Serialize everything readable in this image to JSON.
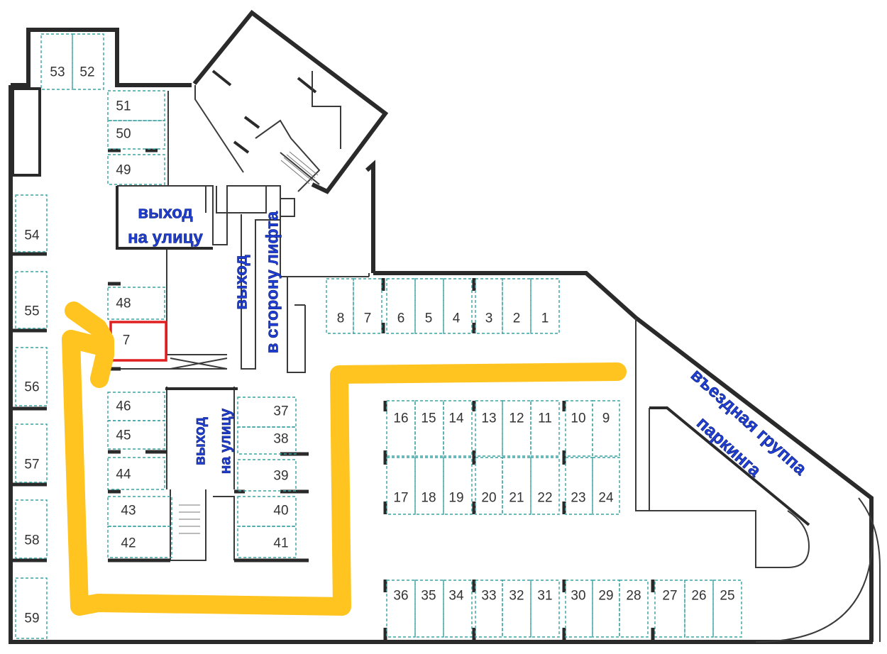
{
  "labels": {
    "exit_street_top_line1": "выход",
    "exit_street_top_line2": "на улицу",
    "exit_elevator_line1": "выход",
    "exit_elevator_line2": "в сторону лифта",
    "exit_street_mid_line1": "выход",
    "exit_street_mid_line2": "на улицу",
    "entrance_line1": "въездная группа",
    "entrance_line2": "паркинга"
  },
  "spots": {
    "s1": "1",
    "s2": "2",
    "s3": "3",
    "s4": "4",
    "s5": "5",
    "s6": "6",
    "s7": "7",
    "s8": "8",
    "s9": "9",
    "s10": "10",
    "s11": "11",
    "s12": "12",
    "s13": "13",
    "s14": "14",
    "s15": "15",
    "s16": "16",
    "s17": "17",
    "s18": "18",
    "s19": "19",
    "s20": "20",
    "s21": "21",
    "s22": "22",
    "s23": "23",
    "s24": "24",
    "s25": "25",
    "s26": "26",
    "s27": "27",
    "s28": "28",
    "s29": "29",
    "s30": "30",
    "s31": "31",
    "s32": "32",
    "s33": "33",
    "s34": "34",
    "s35": "35",
    "s36": "36",
    "s37": "37",
    "s38": "38",
    "s39": "39",
    "s40": "40",
    "s41": "41",
    "s42": "42",
    "s43": "43",
    "s44": "44",
    "s45": "45",
    "s46": "46",
    "s47": "7",
    "s48": "48",
    "s49": "49",
    "s50": "50",
    "s51": "51",
    "s52": "52",
    "s53": "53",
    "s54": "54",
    "s55": "55",
    "s56": "56",
    "s57": "57",
    "s58": "58",
    "s59": "59"
  },
  "highlight_color": "#e02020",
  "route_color": "#ffc41f",
  "label_color": "#1f3fd6"
}
